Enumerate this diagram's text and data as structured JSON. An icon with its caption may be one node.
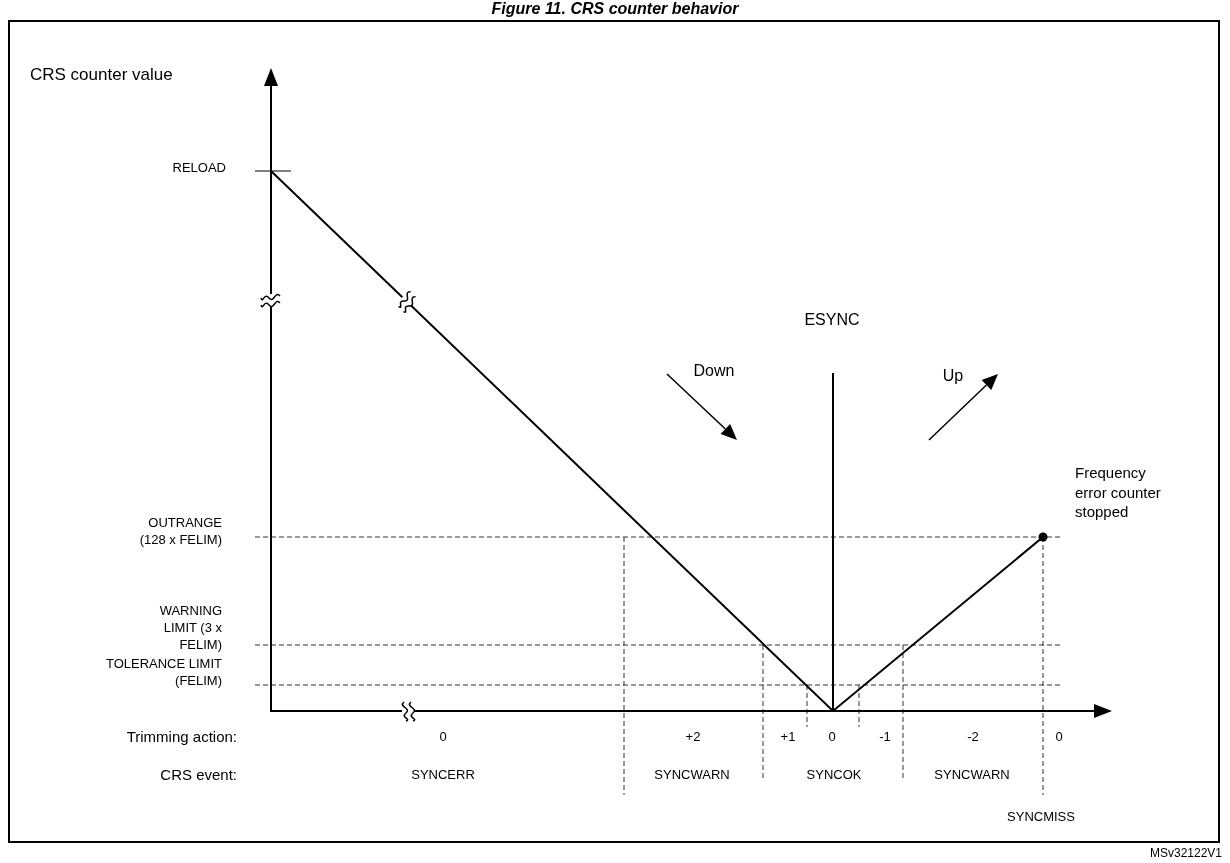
{
  "diagram": {
    "title": "Figure 11. CRS counter behavior",
    "labels": [
      "CRS counter value",
      "RELOAD",
      "ESYNC",
      "Down",
      "Up",
      "OUTRANGE (128 x FELIM)",
      "Frequency error counter stopped",
      "WARNING LIMIT (3 x FELIM)",
      "TOLERANCE LIMIT (FELIM)",
      "Trimming action:",
      "0",
      "+2",
      "+1",
      "0",
      "-1",
      "-2",
      "0",
      "CRS event:",
      "SYNCERR",
      "SYNCWARN",
      "SYNCOK",
      "SYNCWARN",
      "SYNCMISS",
      "MSv32122V1"
    ]
  }
}
